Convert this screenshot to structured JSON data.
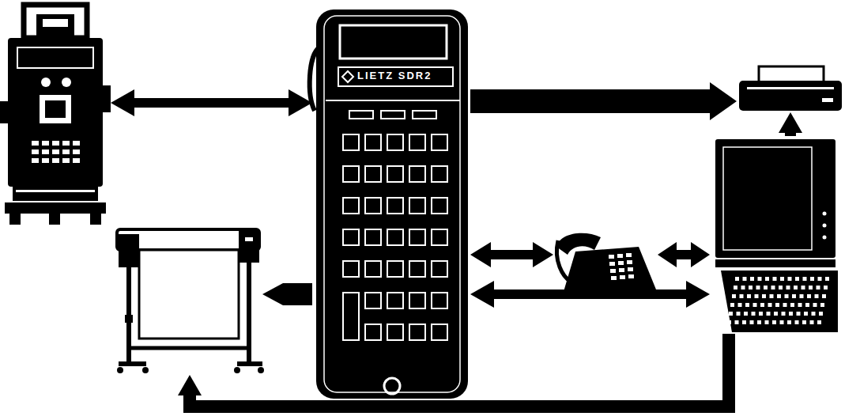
{
  "diagram": {
    "nodes": [
      {},
      {
        "text": [
          "LIETZ SDR2"
        ]
      },
      {},
      {},
      {},
      {}
    ],
    "edges": [
      {
        "from": 0,
        "to": 1,
        "arrow": "both"
      },
      {
        "from": 1,
        "to": 2,
        "arrow": "to"
      },
      {
        "from": 5,
        "to": 2,
        "arrow": "to"
      },
      {
        "from": 1,
        "to": 4,
        "arrow": "both"
      },
      {
        "from": 4,
        "to": 5,
        "arrow": "both"
      },
      {
        "from": 1,
        "to": 5,
        "arrow": "both"
      },
      {
        "from": 1,
        "to": 3,
        "arrow": "to"
      },
      {
        "from": 5,
        "to": 3,
        "arrow": "to"
      }
    ]
  }
}
